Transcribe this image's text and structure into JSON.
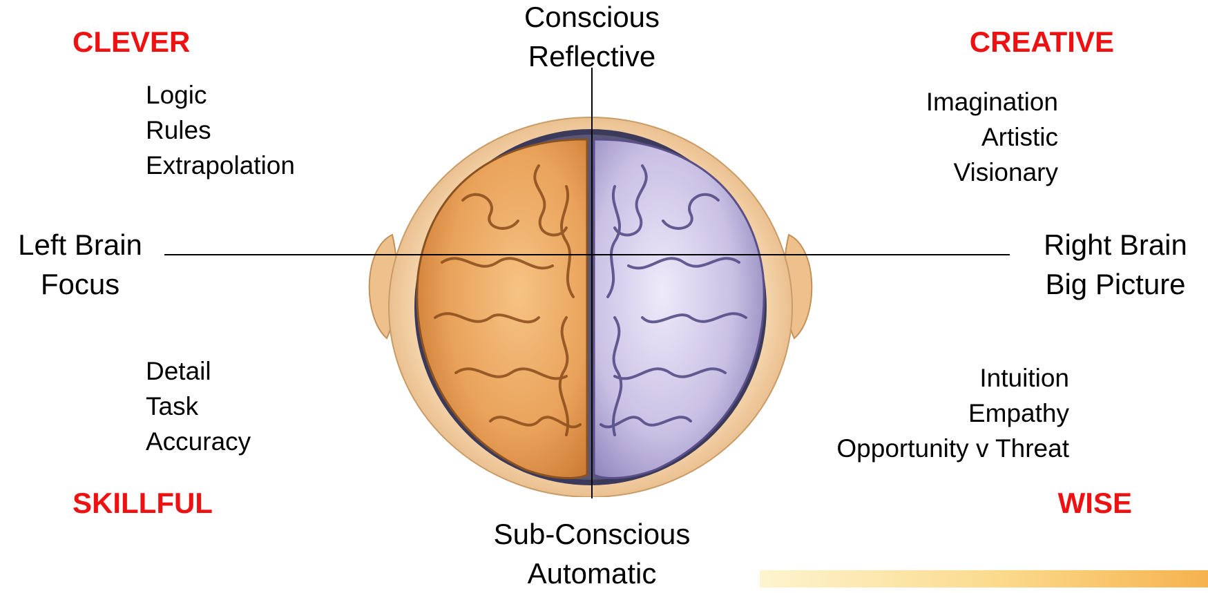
{
  "colors": {
    "quadrant_title": "#ee1111",
    "left_hemisphere": "#e9a25a",
    "right_hemisphere": "#c9c0e4",
    "head": "#f1c999",
    "corner_bar": "#f6b24e"
  },
  "axis": {
    "top": [
      "Conscious",
      "Reflective"
    ],
    "bottom": [
      "Sub-Conscious",
      "Automatic"
    ],
    "left": [
      "Left Brain",
      "Focus"
    ],
    "right": [
      "Right Brain",
      "Big Picture"
    ]
  },
  "quadrants": {
    "top_left": {
      "title": "CLEVER",
      "items": [
        "Logic",
        "Rules",
        "Extrapolation"
      ]
    },
    "top_right": {
      "title": "CREATIVE",
      "items": [
        "Imagination",
        "Artistic",
        "Visionary"
      ]
    },
    "bottom_left": {
      "title": "SKILLFUL",
      "items": [
        "Detail",
        "Task",
        "Accuracy"
      ]
    },
    "bottom_right": {
      "title": "WISE",
      "items": [
        "Intuition",
        "Empathy",
        "Opportunity v Threat"
      ]
    }
  },
  "illustration": {
    "icon": "brain-top-view-icon"
  }
}
